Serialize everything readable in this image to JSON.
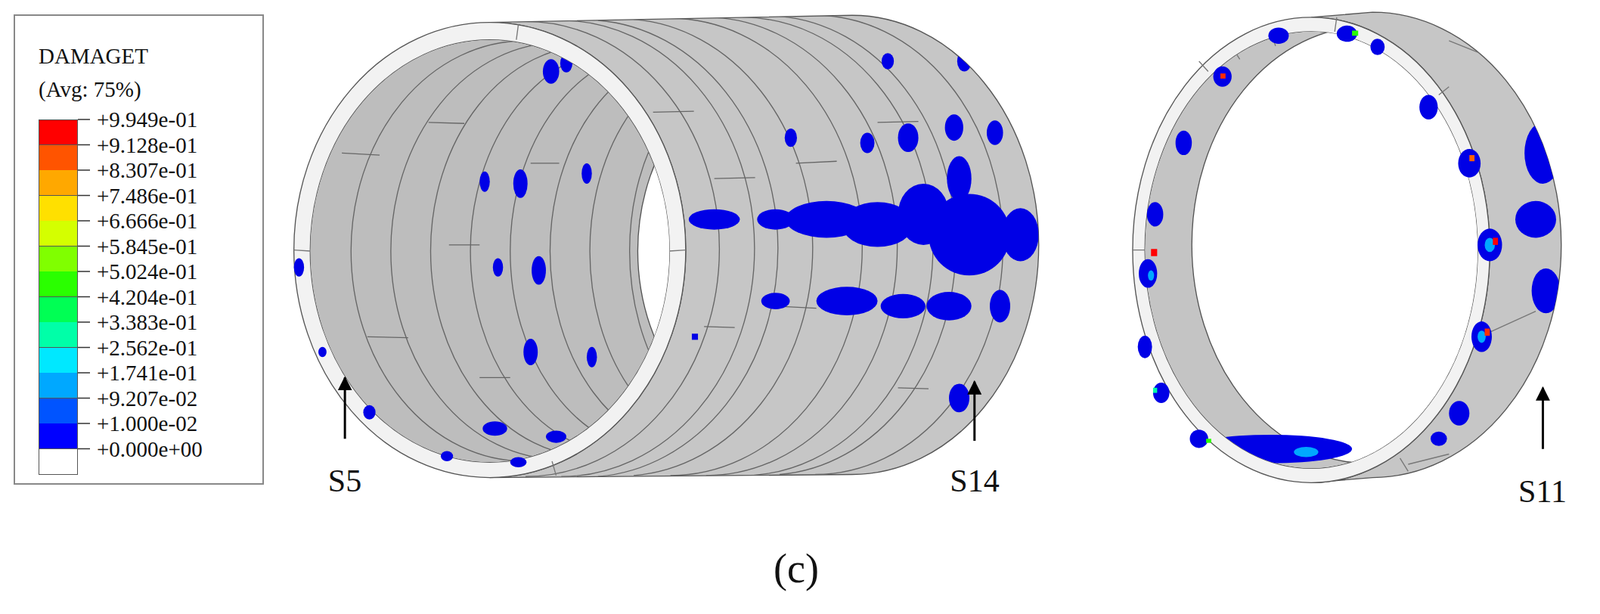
{
  "diagram": {
    "caption": "(c)",
    "labels": [
      "DAMAGET",
      "(Avg: 75%)",
      "S5",
      "S14",
      "S11"
    ],
    "legend": [
      {
        "text": "+9.949e-01",
        "color": "#ff0000"
      },
      {
        "text": "+9.128e-01",
        "color": "#ff5400"
      },
      {
        "text": "+8.307e-01",
        "color": "#ffa800"
      },
      {
        "text": "+7.486e-01",
        "color": "#ffe000"
      },
      {
        "text": "+6.666e-01",
        "color": "#d4ff00"
      },
      {
        "text": "+5.845e-01",
        "color": "#80ff00"
      },
      {
        "text": "+5.024e-01",
        "color": "#2aff00"
      },
      {
        "text": "+4.204e-01",
        "color": "#00ff54"
      },
      {
        "text": "+3.383e-01",
        "color": "#00ffa8"
      },
      {
        "text": "+2.562e-01",
        "color": "#00e8ff"
      },
      {
        "text": "+1.741e-01",
        "color": "#00a8ff"
      },
      {
        "text": "+9.207e-02",
        "color": "#0054ff"
      },
      {
        "text": "+1.000e-02",
        "color": "#0000ff"
      },
      {
        "text": "+0.000e+00",
        "color": "#ffffff"
      }
    ]
  }
}
